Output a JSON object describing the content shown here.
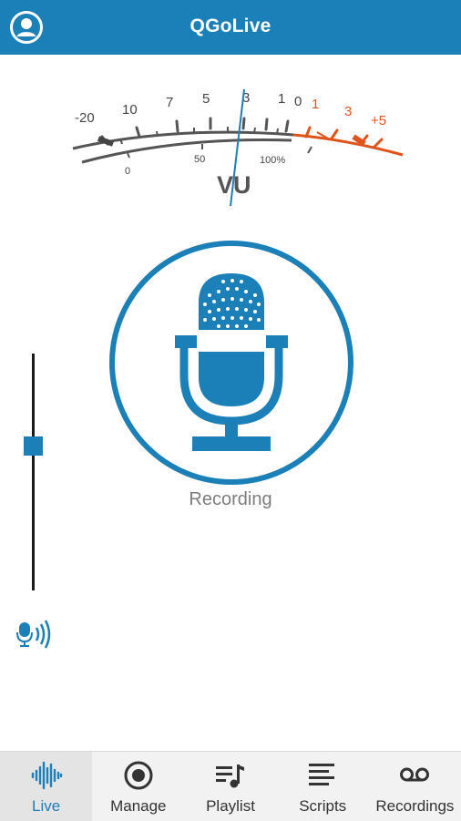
{
  "app": {
    "title": "QGoLive"
  },
  "vu_meter": {
    "top_scale": [
      "-20",
      "10",
      "7",
      "5",
      "3",
      "1",
      "0"
    ],
    "top_scale_red": [
      "1",
      "3",
      "+5"
    ],
    "bottom_scale": [
      "0",
      "50",
      "100%"
    ],
    "label": "VU"
  },
  "main": {
    "status_label": "Recording"
  },
  "mic_gain": {
    "level": 0.62
  },
  "nav": {
    "items": [
      {
        "label": "Live",
        "icon": "waveform-icon",
        "active": true
      },
      {
        "label": "Manage",
        "icon": "record-circle-icon",
        "active": false
      },
      {
        "label": "Playlist",
        "icon": "playlist-icon",
        "active": false
      },
      {
        "label": "Scripts",
        "icon": "scripts-icon",
        "active": false
      },
      {
        "label": "Recordings",
        "icon": "voicemail-icon",
        "active": false
      }
    ]
  },
  "colors": {
    "accent": "#1b7fb8",
    "vu_red": "#e0541c",
    "scale_gray": "#555555"
  }
}
